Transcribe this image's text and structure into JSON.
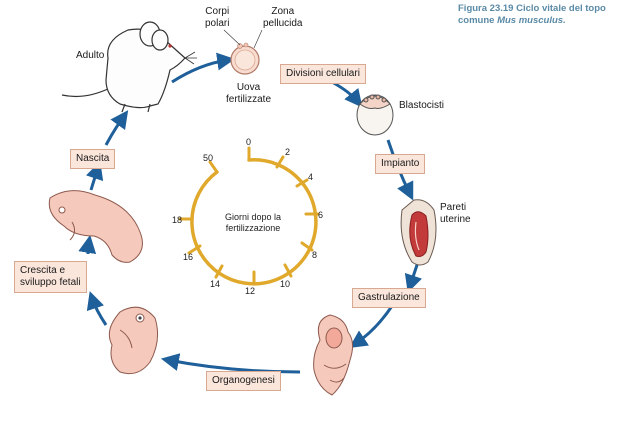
{
  "caption": {
    "figure_number": "Figura 23.19",
    "title_text": "Ciclo vitale del topo comune",
    "species": "Mus musculus."
  },
  "stages": {
    "adult": "Adulto",
    "polar_bodies": "Corpi\npolari",
    "zona_pellucida": "Zona\npellucida",
    "fertilized_eggs": "Uova\nfertilizzate",
    "cell_divisions": "Divisioni cellulari",
    "blastocysts": "Blastocisti",
    "implantation": "Impianto",
    "uterine_walls": "Pareti\nuterine",
    "gastrulation": "Gastrulazione",
    "organogenesis": "Organogenesi",
    "growth": "Crescita e\nsviluppo fetali",
    "birth": "Nascita"
  },
  "clock": {
    "center_label": "Giorni dopo la\nfertilizzazione",
    "ticks": [
      "0",
      "2",
      "4",
      "6",
      "8",
      "10",
      "12",
      "14",
      "16",
      "18",
      "50"
    ]
  },
  "colors": {
    "arrow": "#1f5f9a",
    "clock": "#e0a92c",
    "box_fill": "#fbe6dc",
    "caption": "#5a8aa6",
    "embryo": "#f6c9bd"
  }
}
